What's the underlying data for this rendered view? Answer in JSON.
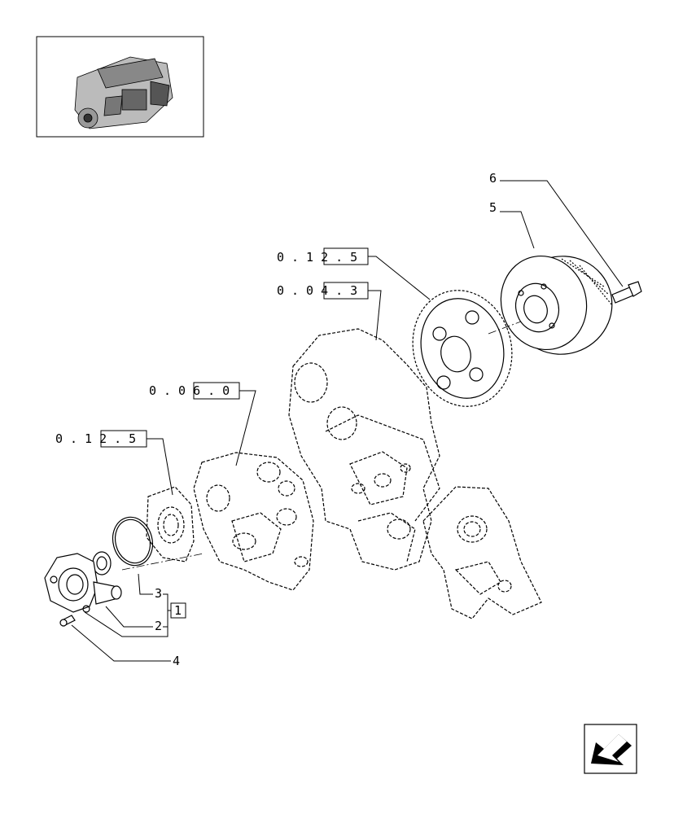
{
  "callouts": {
    "part_1": "1",
    "part_2": "2",
    "part_3": "3",
    "part_4": "4",
    "part_5": "5",
    "part_6": "6"
  },
  "references": {
    "ref_top": "0.12.5",
    "ref_second": "0.04.3",
    "ref_middle": "0.06.0",
    "ref_left": "0.12.5"
  },
  "icons": {
    "thumbnail": "engine-thumbnail-icon",
    "navigation": "back-arrow-icon"
  }
}
